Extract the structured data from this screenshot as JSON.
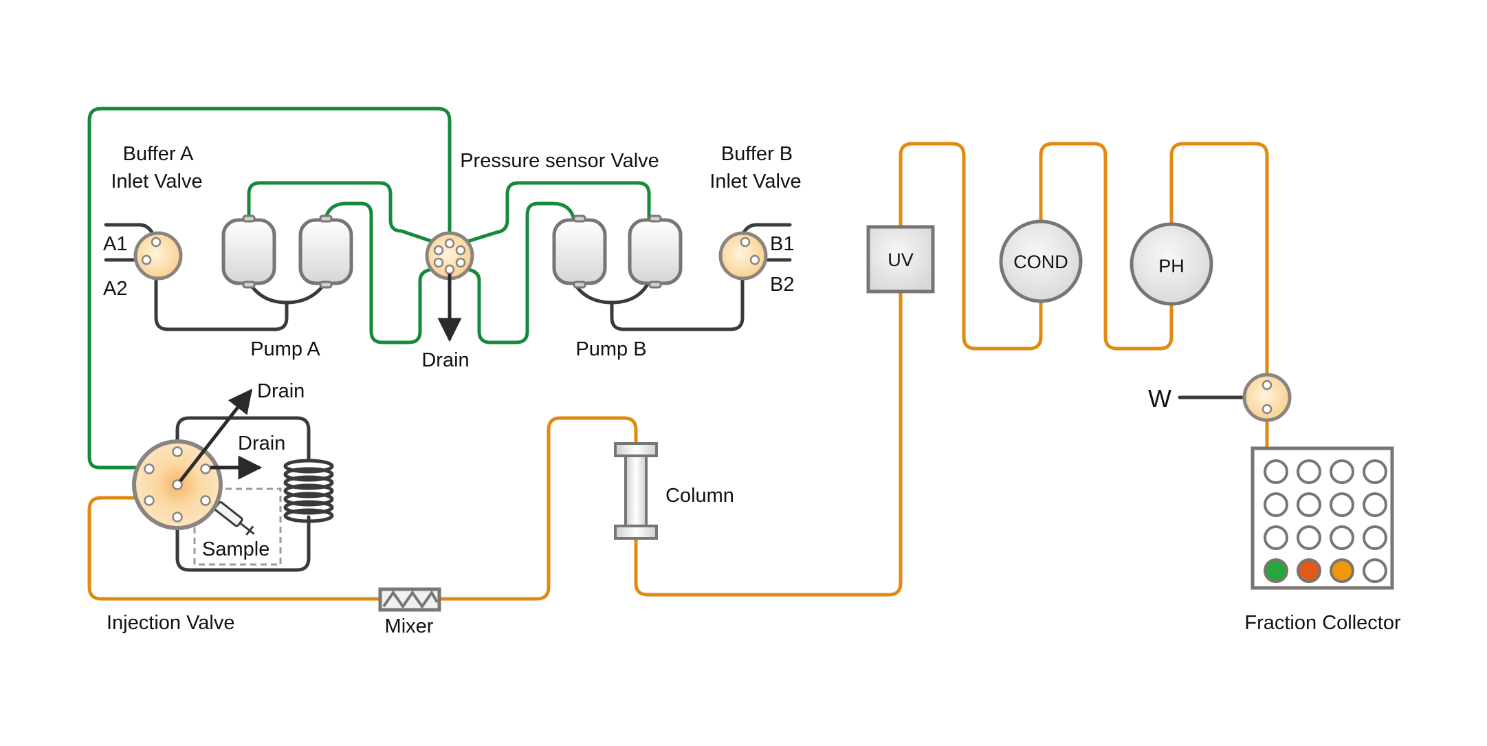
{
  "labels": {
    "buffer_a_line1": "Buffer A",
    "buffer_a_line2": "Inlet Valve",
    "pressure_sensor": "Pressure sensor Valve",
    "buffer_b_line1": "Buffer B",
    "buffer_b_line2": "Inlet Valve",
    "a1": "A1",
    "a2": "A2",
    "b1": "B1",
    "b2": "B2",
    "pump_a": "Pump A",
    "pump_b": "Pump B",
    "drain_center": "Drain",
    "drain_upper": "Drain",
    "drain_lower": "Drain",
    "sample": "Sample",
    "injection_valve": "Injection Valve",
    "mixer": "Mixer",
    "column": "Column",
    "uv": "UV",
    "cond": "COND",
    "ph": "PH",
    "waste": "W",
    "fraction_collector": "Fraction Collector"
  },
  "colors": {
    "green_line": "#148a3c",
    "orange_line": "#e08a10",
    "dark_line": "#3a3a3a",
    "valve_fill": "#fbd79a",
    "valve_stroke": "#8a8480",
    "detector_fill": "#e4e4e4",
    "well_green": "#25a83a",
    "well_red": "#e05a1a",
    "well_orange": "#f0960a"
  },
  "fraction_collector": {
    "rows": 4,
    "cols": 4,
    "filled_wells": [
      {
        "row": 4,
        "col": 1,
        "color": "green"
      },
      {
        "row": 4,
        "col": 2,
        "color": "red"
      },
      {
        "row": 4,
        "col": 3,
        "color": "orange"
      }
    ]
  }
}
